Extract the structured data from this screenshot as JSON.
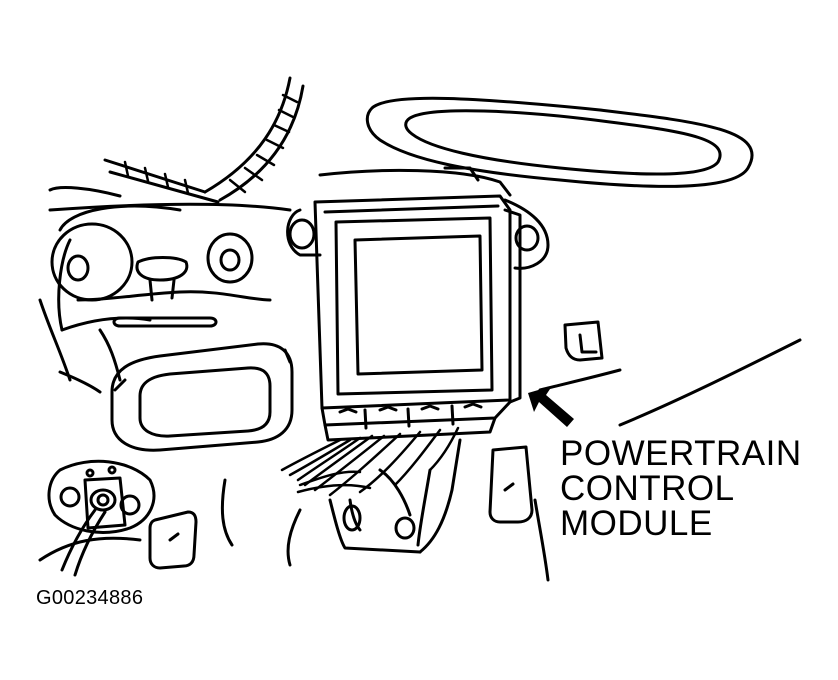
{
  "diagram": {
    "callout_lines": [
      "POWERTRAIN",
      "CONTROL",
      "MODULE"
    ],
    "figure_id": "G00234886",
    "colors": {
      "ink": "#000000",
      "paper": "#ffffff"
    }
  }
}
